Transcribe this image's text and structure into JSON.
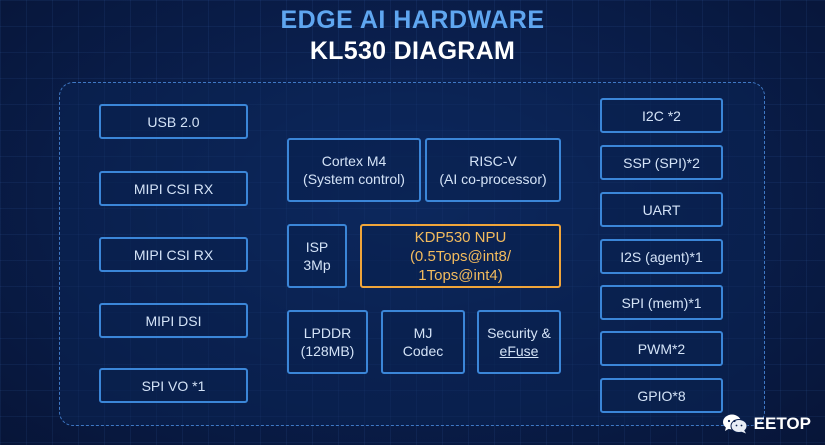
{
  "title": "EDGE AI HARDWARE",
  "subtitle": "KL530 DIAGRAM",
  "left_interfaces": [
    "USB 2.0",
    "MIPI CSI RX",
    "MIPI CSI RX",
    "MIPI DSI",
    "SPI VO *1"
  ],
  "right_interfaces": [
    "I2C *2",
    "SSP (SPI)*2",
    "UART",
    "I2S (agent)*1",
    "SPI (mem)*1",
    "PWM*2",
    "GPIO*8"
  ],
  "core": {
    "cortex": {
      "line1": "Cortex M4",
      "line2": "(System control)"
    },
    "riscv": {
      "line1": "RISC-V",
      "line2": "(AI co-processor)"
    },
    "isp": {
      "line1": "ISP",
      "line2": "3Mp"
    },
    "npu": {
      "line1": "KDP530 NPU",
      "line2": "(0.5Tops@int8/",
      "line3": "1Tops@int4)"
    },
    "lpddr": {
      "line1": "LPDDR",
      "line2": "(128MB)"
    },
    "mj": {
      "line1": "MJ",
      "line2": "Codec"
    },
    "security": {
      "line1": "Security &",
      "line2": "eFuse"
    }
  },
  "watermark": {
    "text": "EETOP",
    "icon": "wechat-icon"
  },
  "colors": {
    "title_blue": "#5fa6f0",
    "box_border": "#3b86d8",
    "npu_orange": "#f0a53a",
    "background": "#0a1f4d"
  }
}
